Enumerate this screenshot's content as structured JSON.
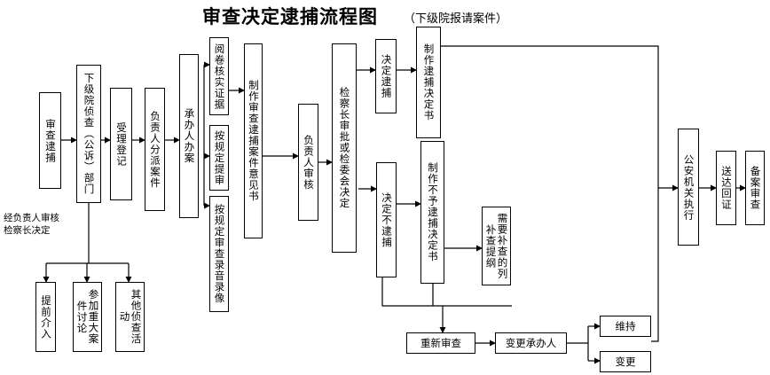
{
  "title": "审查决定逮捕流程图",
  "subtitle": "（下级院报请案件）",
  "nodes": {
    "shencha_daibu": "审查逮捕",
    "xiaji_zhencha": "下级院侦查（公诉）部门",
    "shouli": "受理登记",
    "fuzeren_fenpai": "负责人分派案件",
    "chengban": "承办人办案",
    "yuejuan": "阅卷核实证据",
    "anguiding_tishen": "按规定提审",
    "anguiding_luyin": "按规定审查录音录像",
    "zhizuo_yijian": "制作审查逮捕案件意见书",
    "fuzeren_shenhe": "负责人审核",
    "jianchazhang": "检察长审批或检委会决定",
    "jueding_daibu": "决定逮捕",
    "zhizuo_daibu": "制作逮捕决定书",
    "jueding_bu": "决定不逮捕",
    "zhizuo_bu": "制作不予逮捕决定书",
    "buchong": "需要补查的列补查提纲",
    "gongan": "公安机关执行",
    "songda": "送达回证",
    "bei_an": "备案审查",
    "tiqian": "提前介入",
    "canjia": "参加重大案件讨论",
    "qita": "其他侦查活动",
    "chongxin": "重新审查",
    "biangeng_cbr": "变更承办人",
    "weichi": "维持",
    "biangeng": "变更"
  },
  "note": [
    "经负责人审核",
    "检察长决定"
  ]
}
